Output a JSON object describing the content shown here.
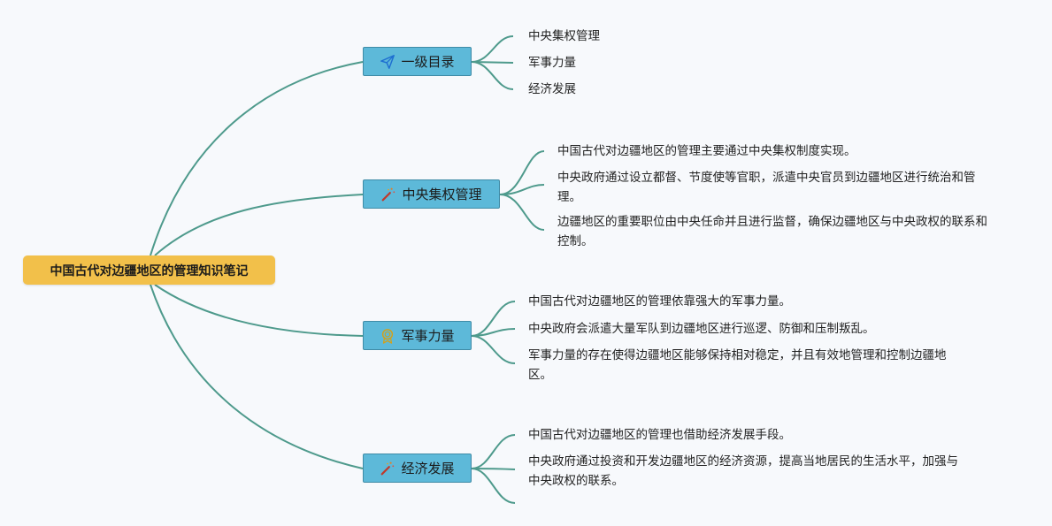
{
  "root": {
    "title": "中国古代对边疆地区的管理知识笔记"
  },
  "branches": [
    {
      "label": "一级目录",
      "icon": "paper-plane-icon",
      "items": [
        "中央集权管理",
        "军事力量",
        "经济发展"
      ]
    },
    {
      "label": "中央集权管理",
      "icon": "magic-wand-icon",
      "items": [
        "中国古代对边疆地区的管理主要通过中央集权制度实现。",
        "中央政府通过设立都督、节度使等官职，派遣中央官员到边疆地区进行统治和管理。",
        "边疆地区的重要职位由中央任命并且进行监督，确保边疆地区与中央政权的联系和控制。"
      ]
    },
    {
      "label": "军事力量",
      "icon": "medal-icon",
      "items": [
        "中国古代对边疆地区的管理依靠强大的军事力量。",
        "中央政府会派遣大量军队到边疆地区进行巡逻、防御和压制叛乱。",
        "军事力量的存在使得边疆地区能够保持相对稳定，并且有效地管理和控制边疆地区。"
      ]
    },
    {
      "label": "经济发展",
      "icon": "magic-wand-icon",
      "items": [
        "中国古代对边疆地区的管理也借助经济发展手段。",
        "中央政府通过投资和开发边疆地区的经济资源，提高当地居民的生活水平，加强与中央政权的联系。",
        ""
      ]
    }
  ],
  "colors": {
    "connector": "#4e9a8c",
    "root_bg": "#f2c04a",
    "branch_bg": "#5db9d9",
    "branch_border": "#3f8ba6"
  }
}
